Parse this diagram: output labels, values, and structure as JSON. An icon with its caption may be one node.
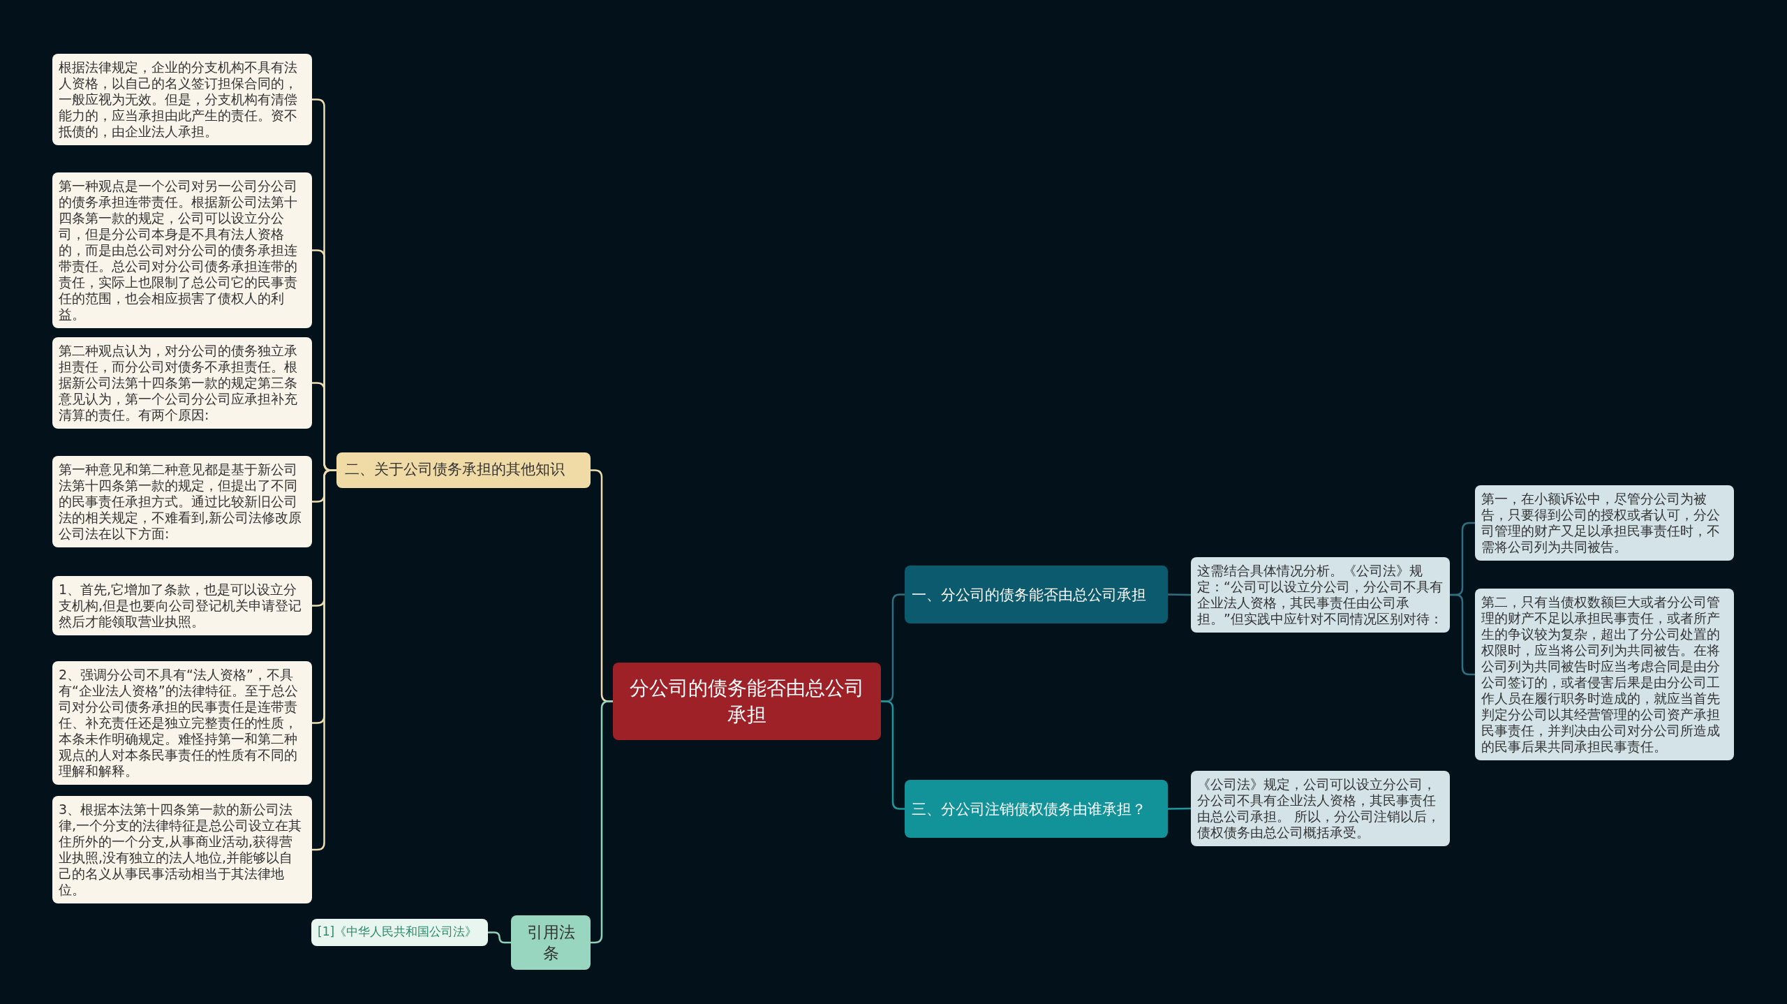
{
  "diagram": {
    "nodes": [
      {
        "text": [
          "分公司的债务能否由总公司承担"
        ]
      },
      {
        "text": [
          "一、分公司的债务能否由总公司承担"
        ]
      },
      {
        "text": [
          "这需结合具体情况分析。《公司法》规定：“公司可以设立分公司，分公司不具有企业法人资格，其民事责任由公司承担。”但实践中应针对不同情况区别对待："
        ]
      },
      {
        "text": [
          "第一，在小额诉讼中，尽管分公司为被告，只要得到公司的授权或者认可，分公司管理的财产又足以承担民事责任时，不需将公司列为共同被告。"
        ]
      },
      {
        "text": [
          "第二，只有当债权数额巨大或者分公司管理的财产不足以承担民事责任，或者所产生的争议较为复杂，超出了分公司处置的权限时，应当将公司列为共同被告。在将公司列为共同被告时应当考虑合同是由分公司签订的，或者侵害后果是由分公司工作人员在履行职务时造成的，就应当首先判定分公司以其经营管理的公司资产承担民事责任，并判决由公司对分公司所造成的民事后果共同承担民事责任。"
        ]
      },
      {
        "text": [
          "三、分公司注销债权债务由谁承担？"
        ]
      },
      {
        "text": [
          "《公司法》规定，公司可以设立分公司，分公司不具有企业法人资格，其民事责任由总公司承担。 所以，分公司注销以后，债权债务由总公司概括承受。"
        ]
      },
      {
        "text": [
          "二、关于公司债务承担的其他知识"
        ]
      },
      {
        "text": [
          "根据法律规定，企业的分支机构不具有法人资格，以自己的名义签订担保合同的，一般应视为无效。但是，分支机构有清偿能力的，应当承担由此产生的责任。资不抵债的，由企业法人承担。"
        ]
      },
      {
        "text": [
          "第一种观点是一个公司对另一公司分公司的债务承担连带责任。根据新公司法第十四条第一款的规定，公司可以设立分公司，但是分公司本身是不具有法人资格的，而是由总公司对分公司的债务承担连带责任。总公司对分公司债务承担连带的责任，实际上也限制了总公司它的民事责任的范围，也会相应损害了债权人的利益。"
        ]
      },
      {
        "text": [
          "第二种观点认为，对分公司的债务独立承担责任，而分公司对债务不承担责任。根据新公司法第十四条第一款的规定第三条意见认为，第一个公司分公司应承担补充清算的责任。有两个原因:"
        ]
      },
      {
        "text": [
          "第一种意见和第二种意见都是基于新公司法第十四条第一款的规定，但提出了不同的民事责任承担方式。通过比较新旧公司法的相关规定，不难看到,新公司法修改原公司法在以下方面:"
        ]
      },
      {
        "text": [
          "1、首先,它增加了条款，也是可以设立分支机构,但是也要向公司登记机关申请登记然后才能领取营业执照。"
        ]
      },
      {
        "text": [
          "2、强调分公司不具有“法人资格”，不具有“企业法人资格”的法律特征。至于总公司对分公司债务承担的民事责任是连带责任、补充责任还是独立完整责任的性质，本条未作明确规定。难怪持第一和第二种观点的人对本条民事责任的性质有不同的理解和解释。"
        ]
      },
      {
        "text": [
          "3、根据本法第十四条第一款的新公司法律,一个分支的法律特征是总公司设立在其住所外的一个分支,从事商业活动,获得营业执照,没有独立的法人地位,并能够以自己的名义从事民事活动相当于其法律地位。"
        ]
      },
      {
        "text": [
          "引用法条"
        ]
      },
      {
        "text": [
          "[1]《中华人民共和国公司法》"
        ]
      }
    ],
    "edges": [
      {
        "from": 0,
        "to": 1,
        "arrow": "none",
        "color": "#2f6f7e"
      },
      {
        "from": 1,
        "to": 2,
        "arrow": "none",
        "color": "#2f6f7e"
      },
      {
        "from": 2,
        "to": 3,
        "arrow": "none",
        "color": "#2f6f7e"
      },
      {
        "from": 2,
        "to": 4,
        "arrow": "none",
        "color": "#2f6f7e"
      },
      {
        "from": 0,
        "to": 5,
        "arrow": "none",
        "color": "#1a9a9c"
      },
      {
        "from": 5,
        "to": 6,
        "arrow": "none",
        "color": "#1a9a9c"
      },
      {
        "from": 0,
        "to": 7,
        "arrow": "none"
      },
      {
        "from": 7,
        "to": 8,
        "arrow": "none"
      },
      {
        "from": 7,
        "to": 9,
        "arrow": "none"
      },
      {
        "from": 7,
        "to": 10,
        "arrow": "none"
      },
      {
        "from": 7,
        "to": 11,
        "arrow": "none"
      },
      {
        "from": 7,
        "to": 12,
        "arrow": "none"
      },
      {
        "from": 7,
        "to": 13,
        "arrow": "none"
      },
      {
        "from": 7,
        "to": 14,
        "arrow": "none"
      },
      {
        "from": 0,
        "to": 15,
        "arrow": "none",
        "color": "#8fd3bb"
      },
      {
        "from": 15,
        "to": 16,
        "arrow": "none",
        "color": "#8fd3bb"
      }
    ]
  }
}
